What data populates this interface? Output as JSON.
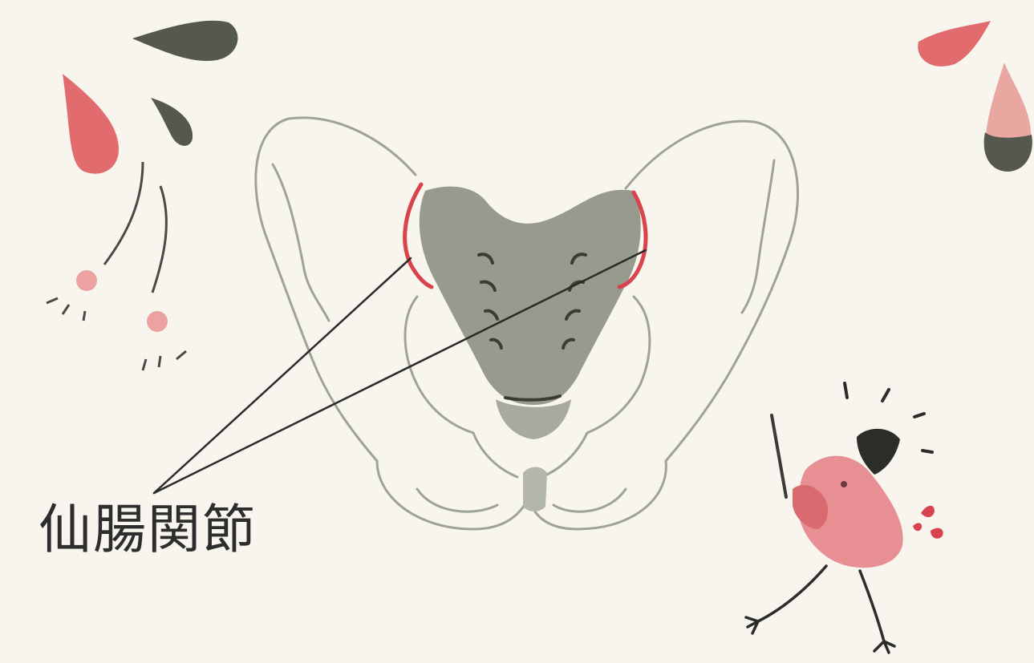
{
  "label": {
    "text": "仙腸関節"
  },
  "colors": {
    "background": "#f8f5ef",
    "bone_outline": "#9ea39a",
    "sacrum_fill": "#969b8d",
    "sacrum_lines": "#3b3d35",
    "joint_highlight": "#d9434d",
    "pink": "#e37579",
    "dark_drop": "#55584f",
    "leader_line": "#2a2a2a"
  },
  "icons": {
    "main": "pelvis-illustration",
    "highlight": "sacroiliac-joint-highlight",
    "character": "pink-bird-character",
    "decorations": [
      "teardrop-icon",
      "droplet-icon"
    ]
  }
}
